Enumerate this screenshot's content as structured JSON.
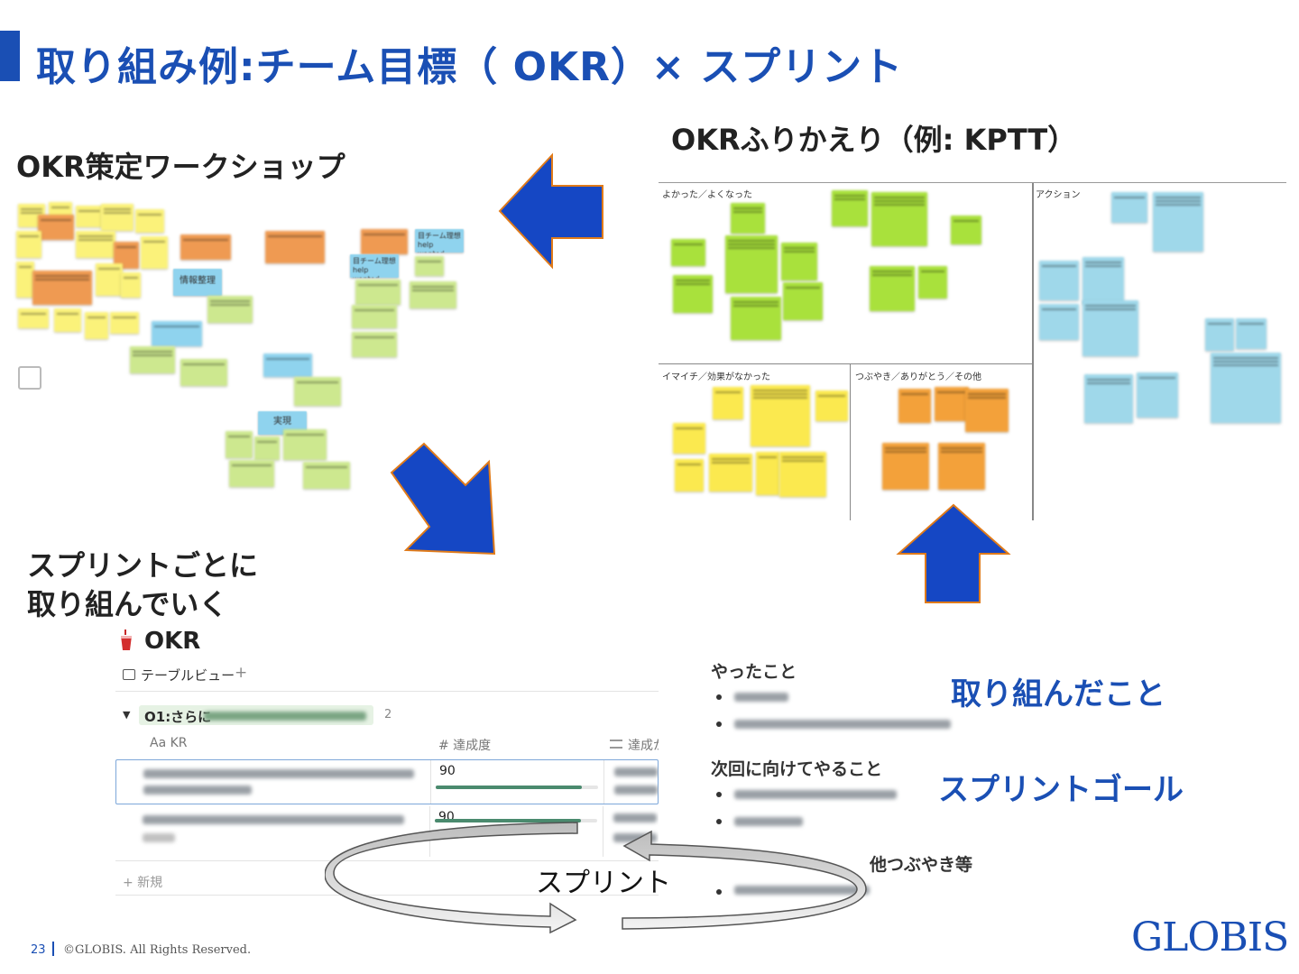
{
  "slide": {
    "title": "取り組み例:チーム目標（ OKR）× スプリント",
    "page_number": "23",
    "copyright": "©GLOBIS. All Rights Reserved.",
    "logo": "GLOBIS"
  },
  "sections": {
    "workshop_title": "OKR策定ワークショップ",
    "retro_title": "OKRふりかえり（例: KPTT）",
    "sprint_line1": "スプリントごとに",
    "sprint_line2": "取り組んでいく",
    "done_label": "取り組んだこと",
    "goal_label": "スプリントゴール",
    "cycle_label": "スプリント"
  },
  "kptt": {
    "keep": "よかった／よくなった",
    "action": "アクション",
    "problem": "イマイチ／効果がなかった",
    "try": "つぶやき／ありがとう／その他"
  },
  "workshop_notes": {
    "n1": "情報整理",
    "n2": "目チーム理想 help wanted",
    "n3": "目チーム理想 help wanted",
    "n4": "実現"
  },
  "notion": {
    "title": "OKR",
    "view": "テーブルビュー",
    "add": "+",
    "group": "O1:さらに",
    "group_count": "2",
    "col_kr": "Aa KR",
    "col_rate": "# 達成度",
    "col_status": "達成か",
    "rows": [
      {
        "value": "90",
        "progress": 0.9
      },
      {
        "value": "90",
        "progress": 0.9
      }
    ],
    "new_label": "+ 新規"
  },
  "retro_doc": {
    "h1": "やったこと",
    "h2": "次回に向けてやること",
    "h3": "他つぶやき等"
  },
  "colors": {
    "brand": "#1a4fb4",
    "arrow_outline": "#e07b1a"
  }
}
